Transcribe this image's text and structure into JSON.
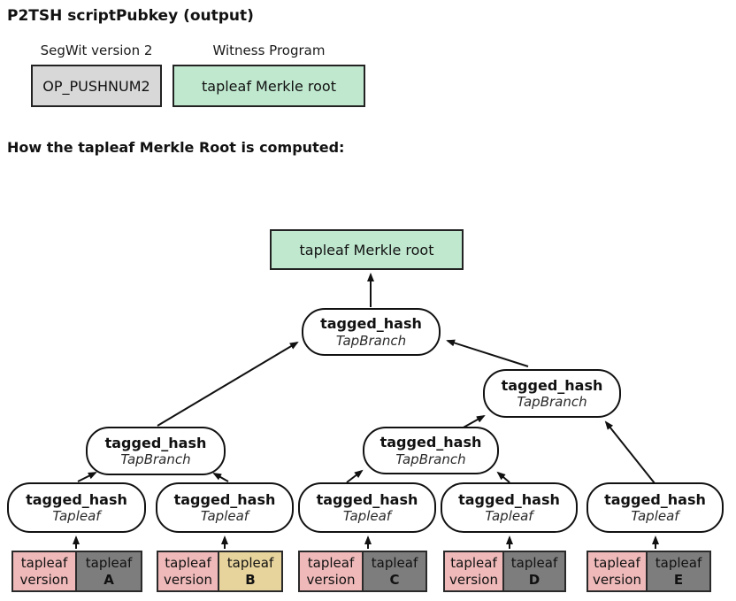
{
  "header": {
    "title": "P2TSH scriptPubkey (output)"
  },
  "scriptpubkey": {
    "segwit_label": "SegWit version 2",
    "segwit_value": "OP_PUSHNUM2",
    "witness_label": "Witness Program",
    "witness_value": "tapleaf Merkle root"
  },
  "section": {
    "title": "How the tapleaf Merkle Root is computed:"
  },
  "tree": {
    "root_label": "tapleaf Merkle root",
    "branch_title": "tagged_hash",
    "branch_subtitle": "TapBranch",
    "leaf_title": "tagged_hash",
    "leaf_subtitle": "Tapleaf",
    "pair_left_line1": "tapleaf",
    "pair_left_line2": "version",
    "pair_right_line1": "tapleaf",
    "leaves": [
      {
        "letter": "A",
        "color": "#7d7d7d"
      },
      {
        "letter": "B",
        "color": "#e7d49c"
      },
      {
        "letter": "C",
        "color": "#7d7d7d"
      },
      {
        "letter": "D",
        "color": "#7d7d7d"
      },
      {
        "letter": "E",
        "color": "#7d7d7d"
      }
    ]
  },
  "colors": {
    "green": "#c0e8cf",
    "gray_box": "#d8d8d8",
    "pink": "#efb9b9",
    "border": "#222222"
  }
}
